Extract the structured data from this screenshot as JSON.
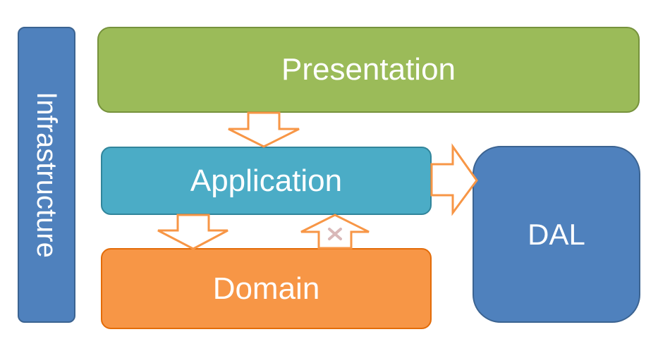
{
  "diagram": {
    "infrastructure": {
      "label": "Infrastructure"
    },
    "presentation": {
      "label": "Presentation"
    },
    "application": {
      "label": "Application"
    },
    "domain": {
      "label": "Domain"
    },
    "dal": {
      "label": "DAL"
    },
    "arrows": [
      {
        "from": "presentation",
        "to": "application",
        "direction": "down"
      },
      {
        "from": "application",
        "to": "domain",
        "direction": "down"
      },
      {
        "from": "domain",
        "to": "application",
        "direction": "up",
        "blocked": true
      },
      {
        "from": "application",
        "to": "dal",
        "direction": "right"
      }
    ],
    "colors": {
      "infrastructure": "#4f81bd",
      "presentation": "#9bbb59",
      "application": "#4bacc6",
      "domain": "#f79646",
      "dal": "#4f81bd",
      "arrow_outline": "#f79646",
      "text": "#ffffff"
    }
  }
}
